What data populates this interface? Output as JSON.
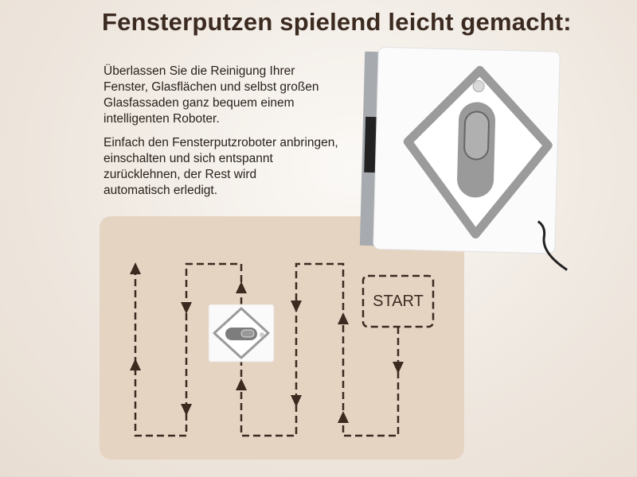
{
  "heading": "Fensterputzen spielend leicht gemacht:",
  "paragraph1": [
    "Überlassen Sie die Reinigung Ihrer",
    "Fenster, Glasflächen und selbst großen",
    "Glasfassaden ganz bequem einem",
    "intelligenten Roboter."
  ],
  "paragraph2": [
    "Einfach den Fensterputzroboter anbringen,",
    "einschalten und sich entspannt",
    "zurücklehnen, der Rest wird",
    "automatisch erledigt."
  ],
  "diagram": {
    "start_label": "START"
  },
  "colors": {
    "path": "#3b2a20",
    "panel": "#e6d4c3"
  }
}
